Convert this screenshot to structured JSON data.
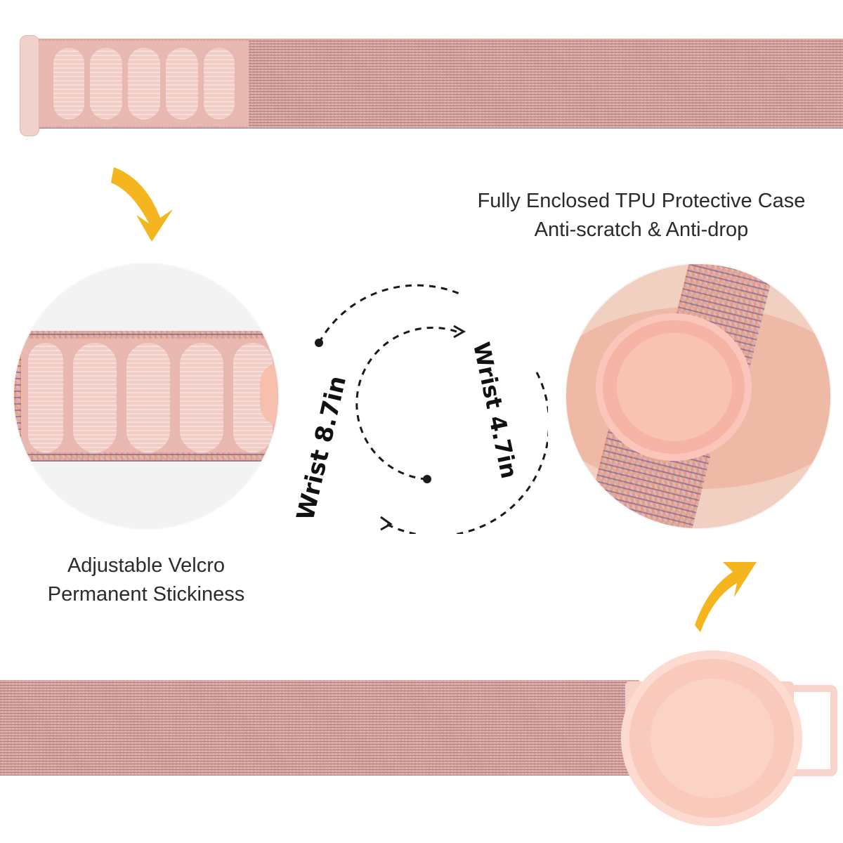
{
  "left_feature": {
    "line1": "Adjustable Velcro",
    "line2": "Permanent Stickiness"
  },
  "right_feature": {
    "line1": "Fully Enclosed TPU Protective Case",
    "line2": "Anti-scratch & Anti-drop"
  },
  "wrist_sizes": {
    "outer_label": "Wrist 8.7in",
    "inner_label": "Wrist 4.7in"
  },
  "colors": {
    "strap": "#d9a9a3",
    "velcro_pad": "#f2cdc6",
    "case": "#f7b7a5",
    "arrow": "#f5b51f",
    "text": "#2b2b2b"
  }
}
